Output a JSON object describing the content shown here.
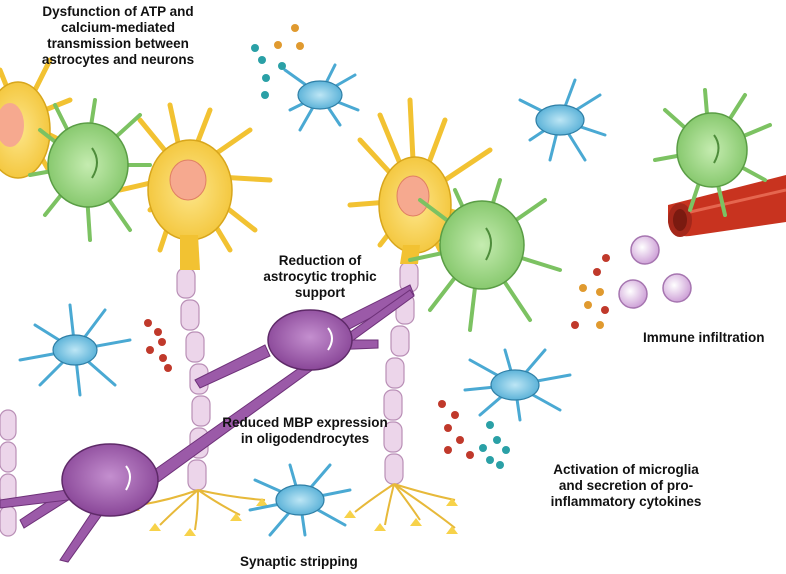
{
  "labels": {
    "atp": "Dysfunction of ATP and\ncalcium-mediated\ntransmission between\nastrocytes and neurons",
    "trophic": "Reduction of\nastrocytic trophic\nsupport",
    "immune": "Immune infiltration",
    "mbp": "Reduced MBP expression\nin oligodendrocytes",
    "microglia": "Activation of microglia\nand secretion of pro-\ninflammatory cytokines",
    "synaptic": "Synaptic stripping"
  },
  "colors": {
    "astrocyte_yellow": "#f7d24a",
    "astrocyte_core": "#f6a98f",
    "astrocyte_green": "#8fcf7a",
    "microglia_blue": "#5ab6dc",
    "oligodendrocyte_purple": "#9b5aa8",
    "myelin_pink": "#ead3e6",
    "blood_vessel_red": "#c8331f",
    "immune_cell": "#d9b6e0",
    "cytokine_red": "#c0392b",
    "cytokine_orange": "#e09a2f",
    "cytokine_teal": "#2aa0a6"
  }
}
